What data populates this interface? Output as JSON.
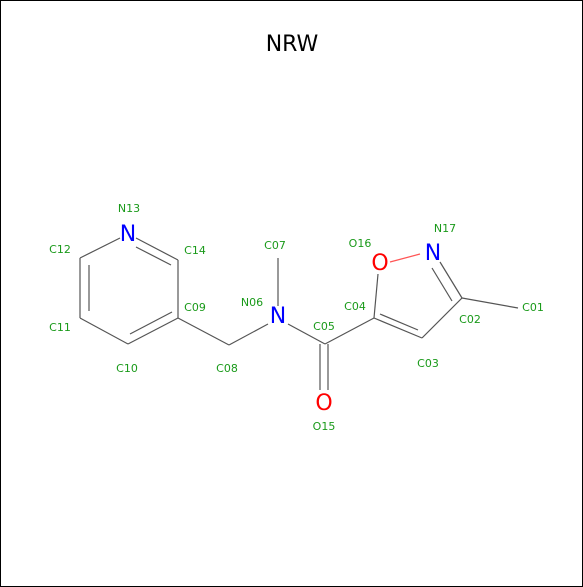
{
  "title": "NRW",
  "colors": {
    "carbon_bond": "#555555",
    "label": "#1a9a1a",
    "N": "#0000ff",
    "O": "#ff0000"
  },
  "heteroatoms": {
    "N13": "N",
    "N06": "N",
    "N17": "N",
    "O16": "O",
    "O15": "O"
  },
  "atom_labels": {
    "N13": "N13",
    "C12": "C12",
    "C14": "C14",
    "C11": "C11",
    "C09": "C09",
    "C10": "C10",
    "C08": "C08",
    "N06": "N06",
    "C07": "C07",
    "C05": "C05",
    "O15": "O15",
    "C04": "C04",
    "O16": "O16",
    "N17": "N17",
    "C02": "C02",
    "C03": "C03",
    "C01": "C01"
  }
}
